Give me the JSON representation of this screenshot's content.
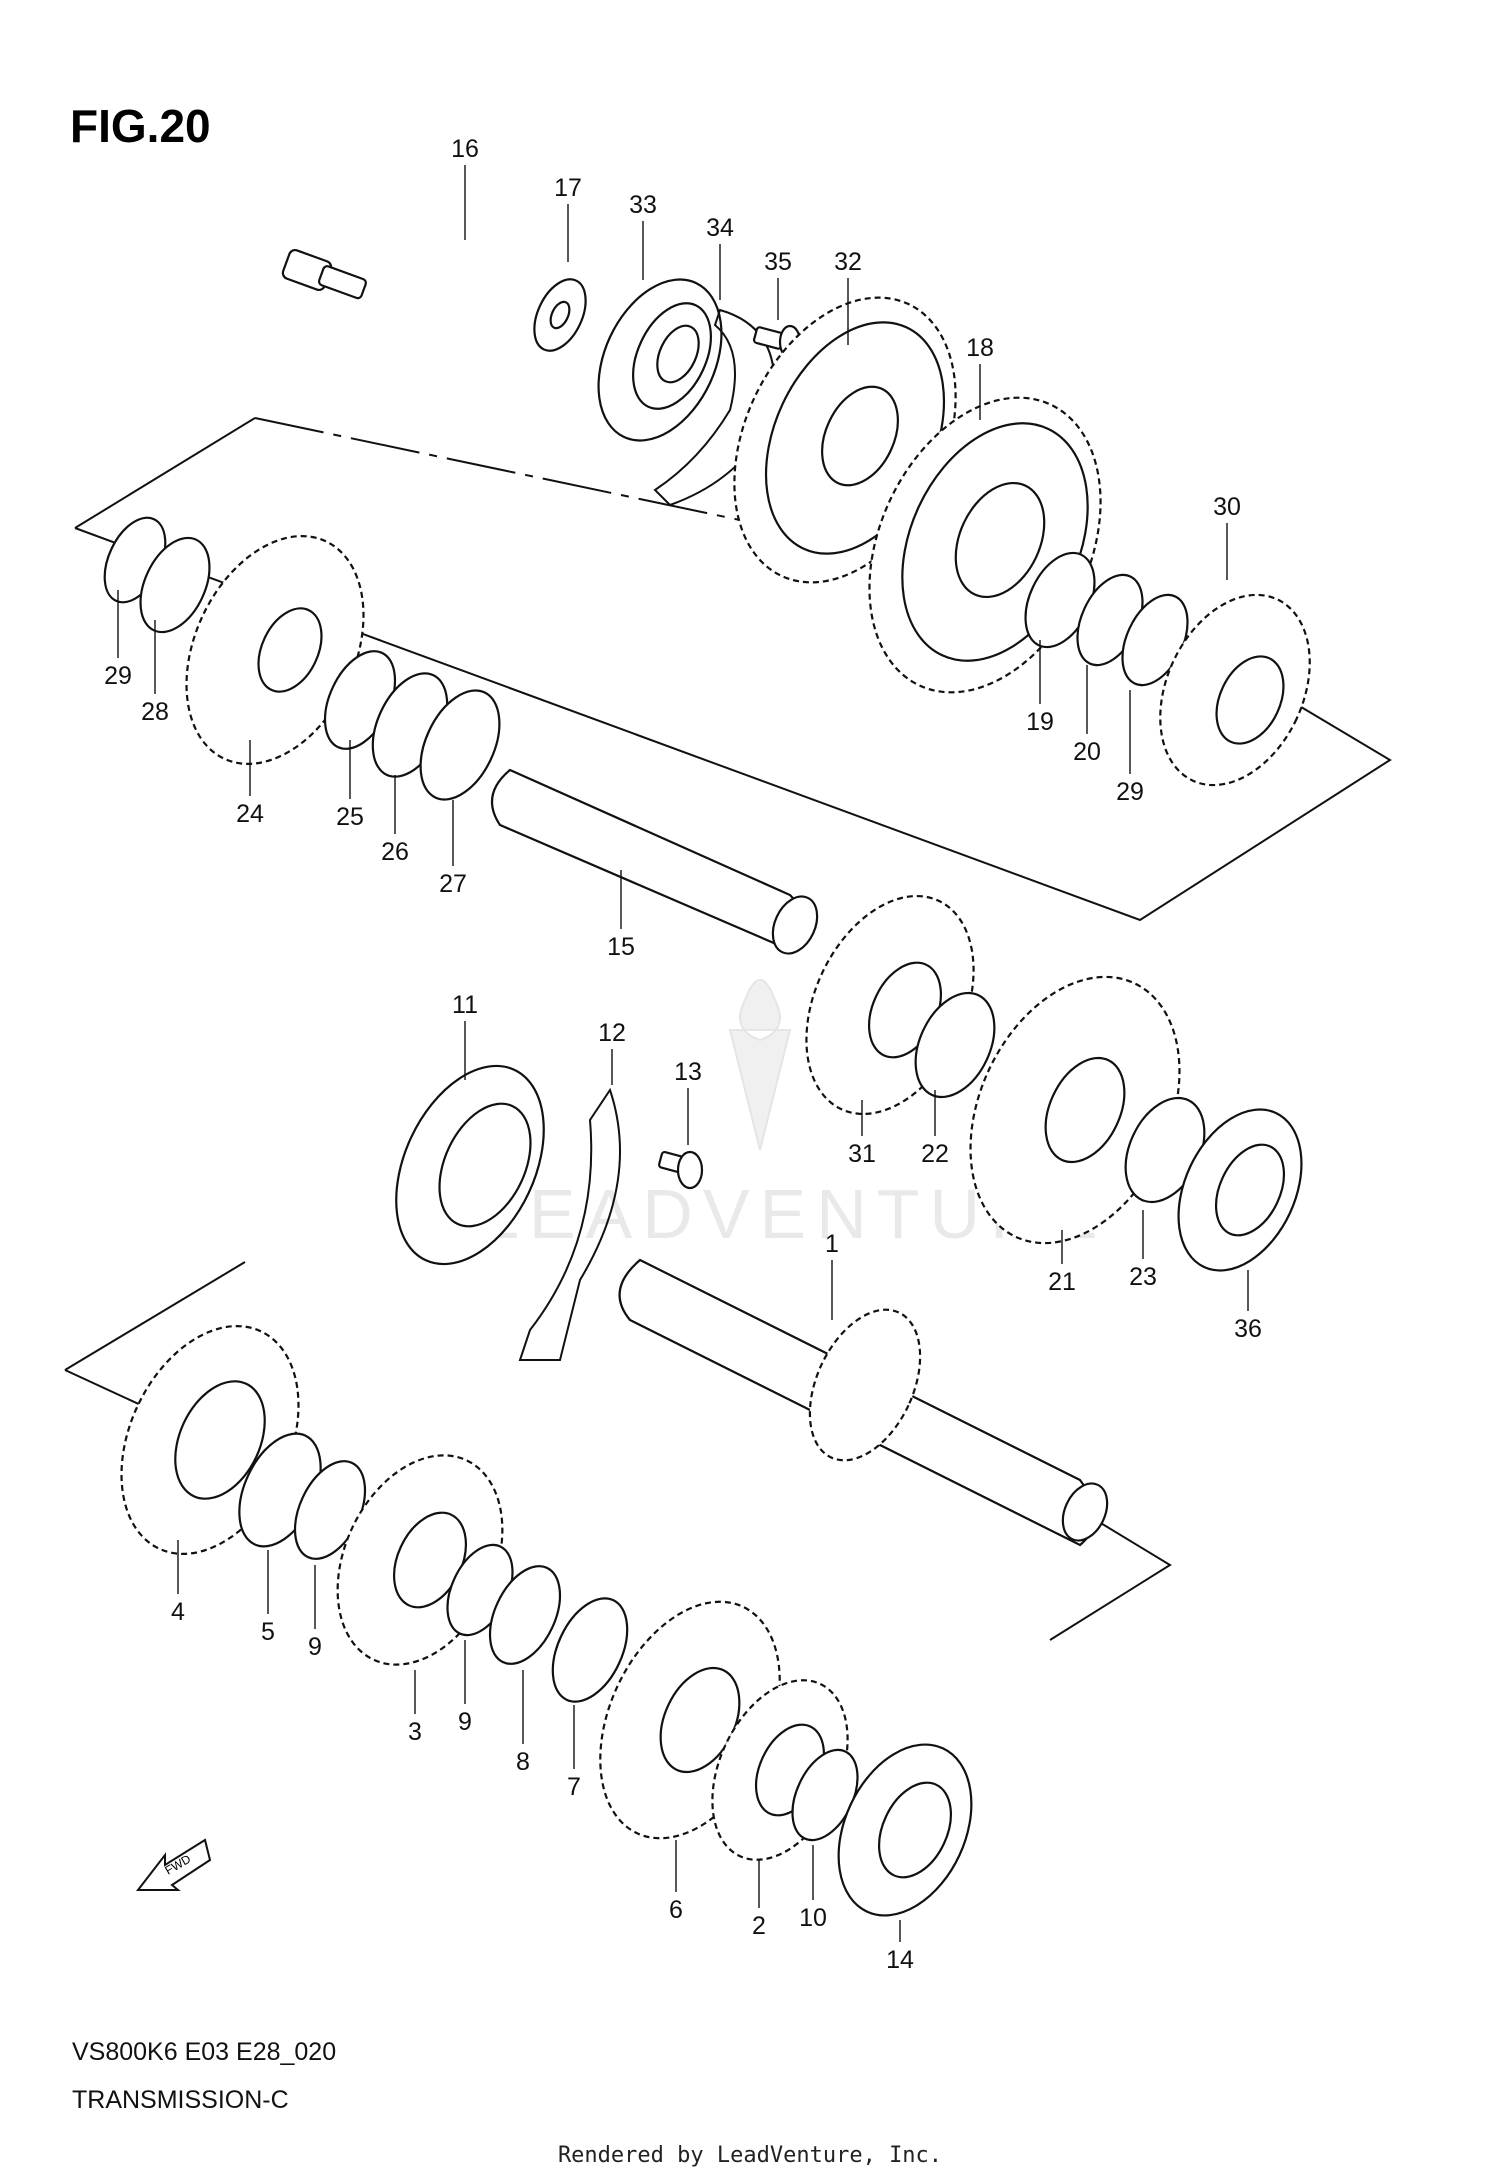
{
  "figure": {
    "title": "FIG.20",
    "model_code": "VS800K6 E03 E28_020",
    "section_name": "TRANSMISSION-C",
    "rendered_by": "Rendered by LeadVenture, Inc.",
    "watermark": "LEADVENTURE",
    "fwd_badge": "FWD"
  },
  "callouts": [
    {
      "id": "16",
      "part": "bolt"
    },
    {
      "id": "17",
      "part": "washer"
    },
    {
      "id": "33",
      "part": "bearing"
    },
    {
      "id": "34",
      "part": "retainer"
    },
    {
      "id": "35",
      "part": "screw"
    },
    {
      "id": "32",
      "part": "gear"
    },
    {
      "id": "18",
      "part": "gear"
    },
    {
      "id": "30",
      "part": "gear"
    },
    {
      "id": "29",
      "part": "circlip"
    },
    {
      "id": "28",
      "part": "washer"
    },
    {
      "id": "24",
      "part": "gear"
    },
    {
      "id": "25",
      "part": "bushing"
    },
    {
      "id": "26",
      "part": "washer"
    },
    {
      "id": "27",
      "part": "lock-washer"
    },
    {
      "id": "19",
      "part": "bushing"
    },
    {
      "id": "20",
      "part": "washer"
    },
    {
      "id": "29",
      "part": "circlip"
    },
    {
      "id": "15",
      "part": "driveshaft"
    },
    {
      "id": "11",
      "part": "bearing"
    },
    {
      "id": "12",
      "part": "retainer"
    },
    {
      "id": "13",
      "part": "screw"
    },
    {
      "id": "31",
      "part": "gear"
    },
    {
      "id": "22",
      "part": "bushing"
    },
    {
      "id": "21",
      "part": "gear"
    },
    {
      "id": "23",
      "part": "washer"
    },
    {
      "id": "36",
      "part": "bearing"
    },
    {
      "id": "1",
      "part": "countershaft"
    },
    {
      "id": "4",
      "part": "gear"
    },
    {
      "id": "5",
      "part": "bushing"
    },
    {
      "id": "9",
      "part": "circlip"
    },
    {
      "id": "3",
      "part": "gear"
    },
    {
      "id": "9",
      "part": "circlip"
    },
    {
      "id": "8",
      "part": "washer"
    },
    {
      "id": "7",
      "part": "bushing"
    },
    {
      "id": "6",
      "part": "gear"
    },
    {
      "id": "2",
      "part": "gear"
    },
    {
      "id": "10",
      "part": "circlip"
    },
    {
      "id": "14",
      "part": "bearing"
    }
  ]
}
